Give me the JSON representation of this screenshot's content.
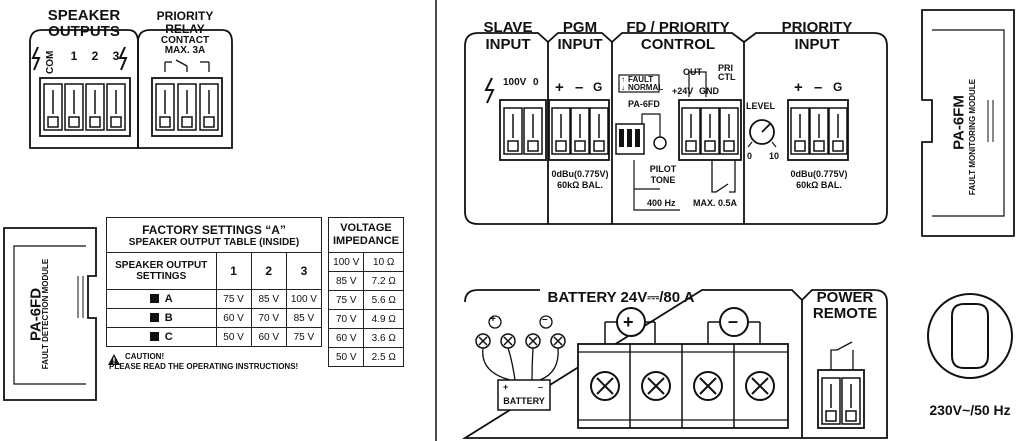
{
  "speaker_outputs": {
    "title_line1": "SPEAKER",
    "title_line2": "OUTPUTS",
    "terminals": [
      "COM",
      "1",
      "2",
      "3"
    ]
  },
  "priority_relay": {
    "title_line1": "PRIORITY",
    "title_line2": "RELAY",
    "note_line1": "CONTACT",
    "note_line2": "MAX. 3A"
  },
  "slave_input": {
    "title_line1": "SLAVE",
    "title_line2": "INPUT",
    "terminals": [
      "100V",
      "0"
    ]
  },
  "pgm_input": {
    "title_line1": "PGM",
    "title_line2": "INPUT",
    "terminals": [
      "+",
      "–",
      "G"
    ],
    "spec_line1": "0dBu(0.775V)",
    "spec_line2": "60kΩ BAL."
  },
  "fd_priority": {
    "title_line1": "FD / PRIORITY",
    "title_line2": "CONTROL",
    "fault_label": "FAULT",
    "normal_label": "NORMAL",
    "module_label": "PA-6FD",
    "out_label": "OUT",
    "pri_label": "PRI",
    "ctl_label": "CTL",
    "plus24_label": "+24V",
    "gnd_label": "GND",
    "pilot_line1": "PILOT",
    "pilot_line2": "TONE",
    "freq_label": "400 Hz",
    "max_label": "MAX. 0.5A"
  },
  "priority_input": {
    "title_line1": "PRIORITY",
    "title_line2": "INPUT",
    "level_label": "LEVEL",
    "level_min": "0",
    "level_max": "10",
    "terminals": [
      "+",
      "–",
      "G"
    ],
    "spec_line1": "0dBu(0.775V)",
    "spec_line2": "60kΩ BAL."
  },
  "pa6fm": {
    "model": "PA-6FM",
    "desc": "FAULT MONITORING MODULE"
  },
  "pa6fd": {
    "model": "PA-6FD",
    "desc": "FAULT DETECTION MODULE"
  },
  "factory_table": {
    "title_line1": "FACTORY SETTINGS “A”",
    "title_line2": "SPEAKER OUTPUT TABLE (INSIDE)",
    "col_header_line1": "SPEAKER OUTPUT",
    "col_header_line2": "SETTINGS",
    "columns": [
      "1",
      "2",
      "3"
    ],
    "rows": [
      {
        "label": "A",
        "values": [
          "75 V",
          "85 V",
          "100 V"
        ]
      },
      {
        "label": "B",
        "values": [
          "60 V",
          "70 V",
          "85 V"
        ]
      },
      {
        "label": "C",
        "values": [
          "50 V",
          "60 V",
          "75 V"
        ]
      }
    ],
    "caution_line1": "CAUTION!",
    "caution_line2": "PLEASE READ THE OPERATING INSTRUCTIONS!"
  },
  "voltage_table": {
    "title_line1": "VOLTAGE",
    "title_line2": "IMPEDANCE",
    "rows": [
      {
        "v": "100 V",
        "z": "10 Ω"
      },
      {
        "v": "85 V",
        "z": "7.2 Ω"
      },
      {
        "v": "75 V",
        "z": "5.6 Ω"
      },
      {
        "v": "70 V",
        "z": "4.9 Ω"
      },
      {
        "v": "60 V",
        "z": "3.6 Ω"
      },
      {
        "v": "50 V",
        "z": "2.5 Ω"
      }
    ]
  },
  "battery": {
    "title": "BATTERY 24V⎓/80 A",
    "battery_label": "BATTERY",
    "plus": "+",
    "minus": "–"
  },
  "power_remote": {
    "title_line1": "POWER",
    "title_line2": "REMOTE"
  },
  "mains": {
    "label": "230V~/50 Hz"
  },
  "icons": [
    "lightning-icon",
    "warning-icon",
    "screw-terminal-icon",
    "potentiometer-icon",
    "switch-icon"
  ]
}
